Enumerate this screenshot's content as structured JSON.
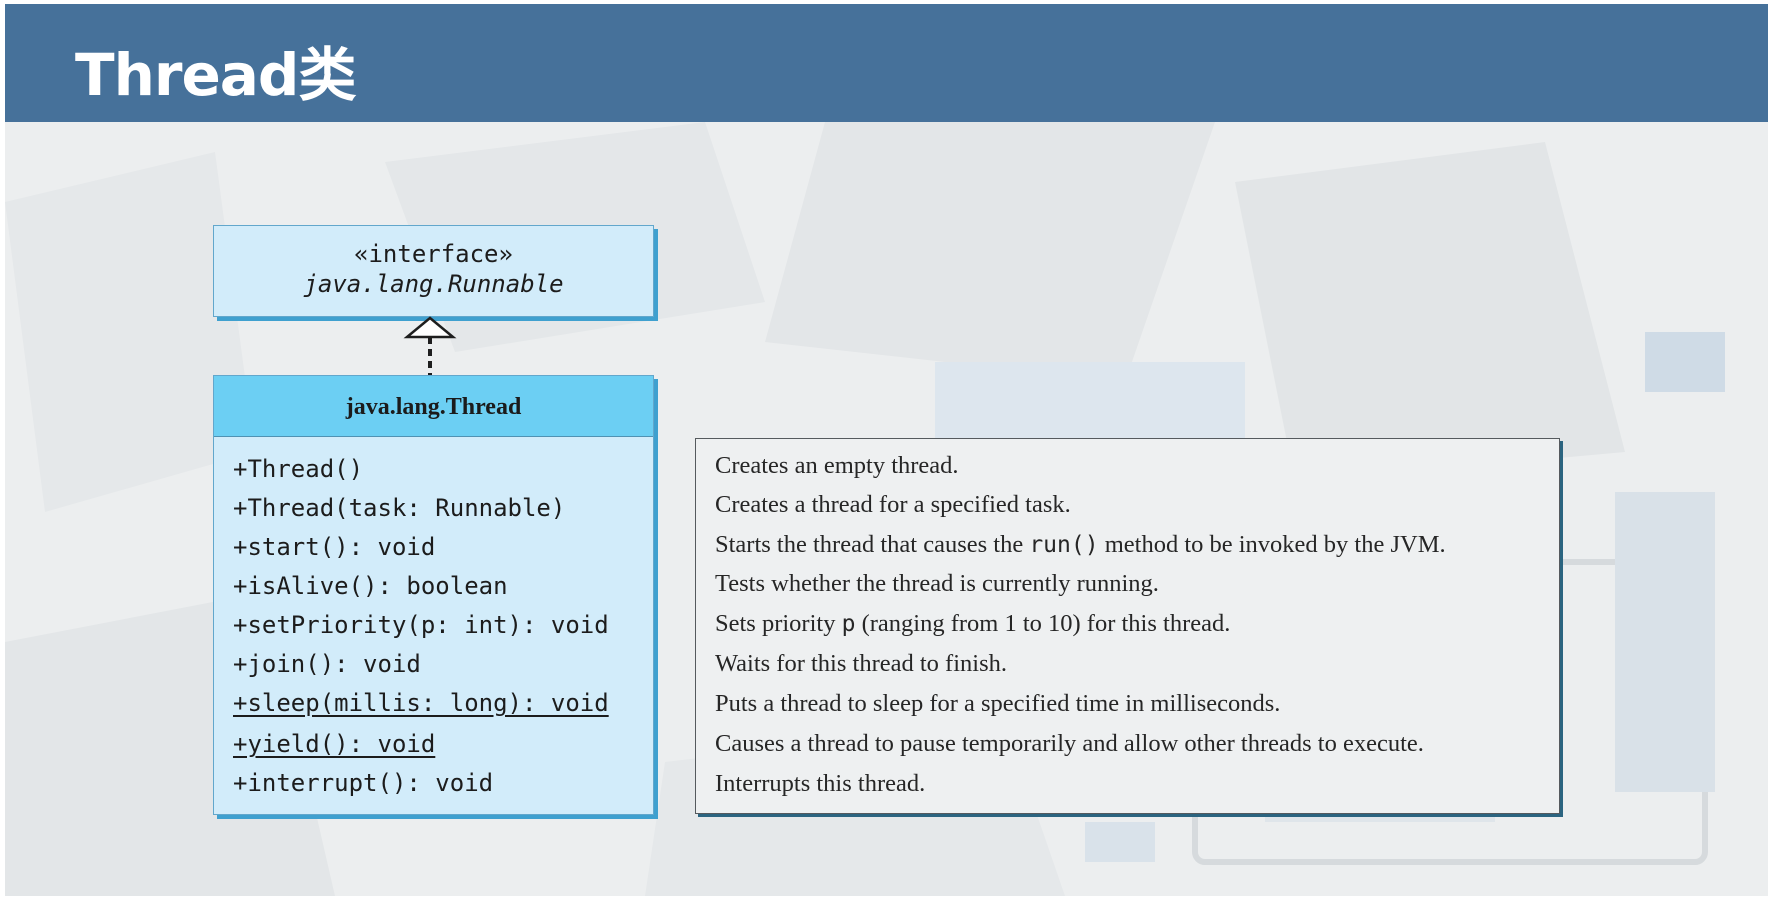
{
  "slide": {
    "title": "Thread类"
  },
  "interface_box": {
    "stereotype": "«interface»",
    "name": "java.lang.Runnable"
  },
  "class_box": {
    "name": "java.lang.Thread",
    "methods": [
      {
        "text": "+Thread()",
        "static": false
      },
      {
        "text": "+Thread(task: Runnable)",
        "static": false
      },
      {
        "text": "+start(): void",
        "static": false
      },
      {
        "text": "+isAlive(): boolean",
        "static": false
      },
      {
        "text": "+setPriority(p: int): void",
        "static": false
      },
      {
        "text": "+join(): void",
        "static": false
      },
      {
        "text": "+sleep(millis: long): void",
        "static": true
      },
      {
        "text": "+yield(): void",
        "static": true
      },
      {
        "text": "+interrupt(): void",
        "static": false
      }
    ]
  },
  "descriptions": {
    "d0": "Creates an empty thread.",
    "d1": "Creates a thread for a specified task.",
    "d2_a": "Starts the thread that causes the ",
    "d2_code": "run()",
    "d2_b": " method to be invoked by the JVM.",
    "d3": "Tests whether the thread is currently running.",
    "d4_a": "Sets priority ",
    "d4_code": "p",
    "d4_b": " (ranging from 1 to 10) for this thread.",
    "d5": "Waits for this thread to finish.",
    "d6": "Puts a thread to sleep for a specified time in milliseconds.",
    "d7": "Causes a thread to pause temporarily and allow other threads to execute.",
    "d8": "Interrupts this thread."
  }
}
